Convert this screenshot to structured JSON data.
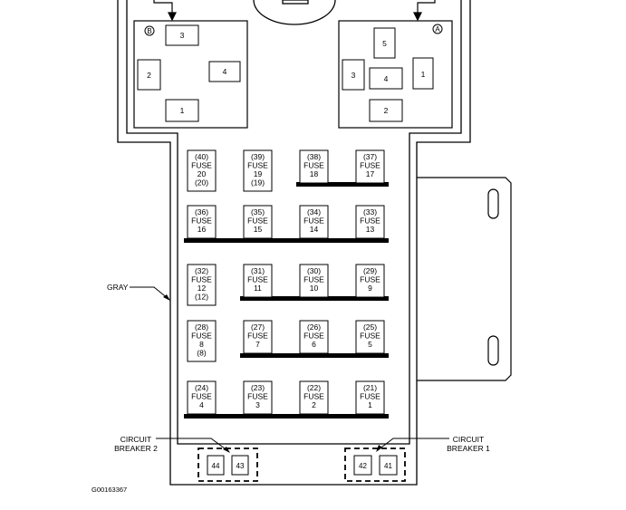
{
  "relay_block_b": {
    "marker": "B",
    "relays": [
      "3",
      "2",
      "4",
      "1"
    ]
  },
  "relay_block_a": {
    "marker": "A",
    "relays": [
      "5",
      "3",
      "4",
      "1",
      "2"
    ]
  },
  "fuses": [
    {
      "lines": [
        "(40)",
        "FUSE",
        "20",
        "(20)"
      ]
    },
    {
      "lines": [
        "(39)",
        "FUSE",
        "19",
        "(19)"
      ]
    },
    {
      "lines": [
        "(38)",
        "FUSE",
        "18"
      ]
    },
    {
      "lines": [
        "(37)",
        "FUSE",
        "17"
      ]
    },
    {
      "lines": [
        "(36)",
        "FUSE",
        "16"
      ]
    },
    {
      "lines": [
        "(35)",
        "FUSE",
        "15"
      ]
    },
    {
      "lines": [
        "(34)",
        "FUSE",
        "14"
      ]
    },
    {
      "lines": [
        "(33)",
        "FUSE",
        "13"
      ]
    },
    {
      "lines": [
        "(32)",
        "FUSE",
        "12",
        "(12)"
      ]
    },
    {
      "lines": [
        "(31)",
        "FUSE",
        "11"
      ]
    },
    {
      "lines": [
        "(30)",
        "FUSE",
        "10"
      ]
    },
    {
      "lines": [
        "(29)",
        "FUSE",
        "9"
      ]
    },
    {
      "lines": [
        "(28)",
        "FUSE",
        "8",
        "(8)"
      ]
    },
    {
      "lines": [
        "(27)",
        "FUSE",
        "7"
      ]
    },
    {
      "lines": [
        "(26)",
        "FUSE",
        "6"
      ]
    },
    {
      "lines": [
        "(25)",
        "FUSE",
        "5"
      ]
    },
    {
      "lines": [
        "(24)",
        "FUSE",
        "4"
      ]
    },
    {
      "lines": [
        "(23)",
        "FUSE",
        "3"
      ]
    },
    {
      "lines": [
        "(22)",
        "FUSE",
        "2"
      ]
    },
    {
      "lines": [
        "(21)",
        "FUSE",
        "1"
      ]
    }
  ],
  "circuit_breakers": {
    "left": {
      "label_line1": "CIRCUIT",
      "label_line2": "BREAKER 2",
      "slots": [
        "44",
        "43"
      ]
    },
    "right": {
      "label_line1": "CIRCUIT",
      "label_line2": "BREAKER 1",
      "slots": [
        "42",
        "41"
      ]
    }
  },
  "labels": {
    "gray": "GRAY",
    "figure_id": "G00163367"
  }
}
